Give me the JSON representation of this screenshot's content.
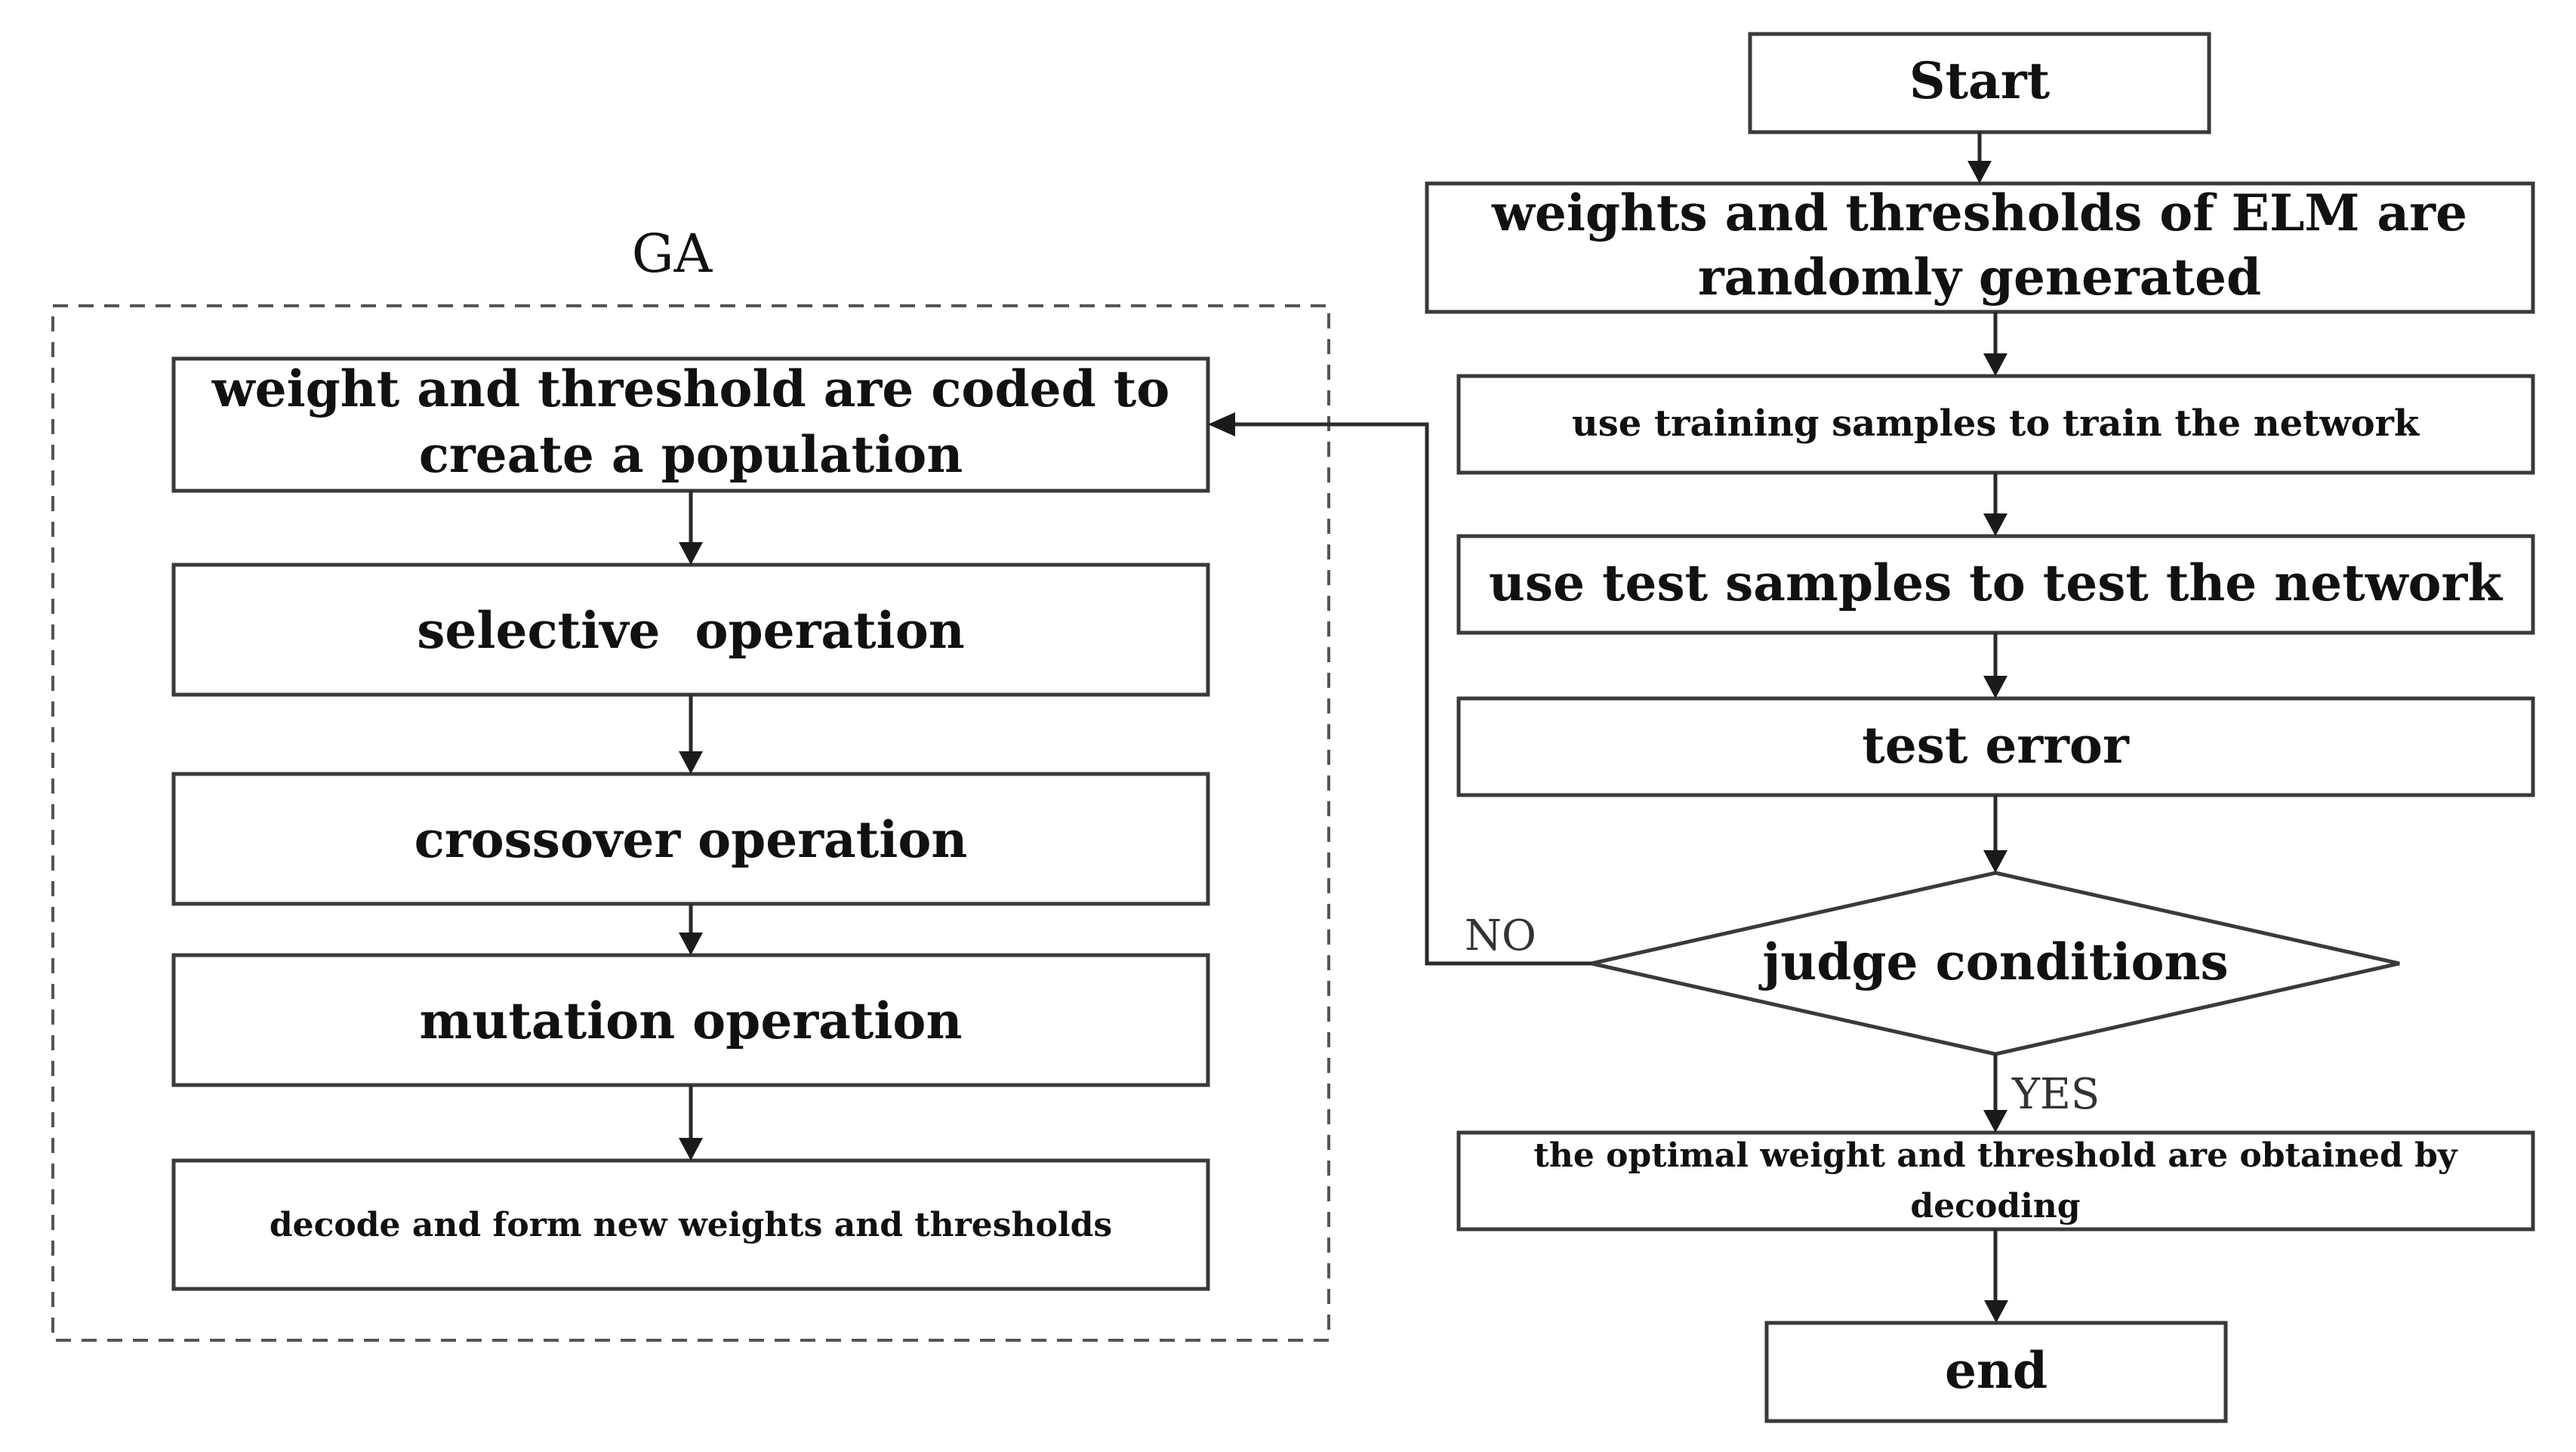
{
  "ga_panel": {
    "title": "GA",
    "steps": [
      {
        "lines": [
          "weight and threshold are coded to",
          "create a population"
        ]
      },
      {
        "lines": [
          "selective  operation"
        ]
      },
      {
        "lines": [
          "crossover operation"
        ]
      },
      {
        "lines": [
          "mutation operation"
        ]
      },
      {
        "lines": [
          "decode and form new weights and thresholds"
        ]
      }
    ]
  },
  "main_flow": {
    "start": "Start",
    "init": [
      "weights and thresholds of ELM are",
      "randomly generated"
    ],
    "train": "use training samples to train the network",
    "test": "use test samples to test the network",
    "error": "test error",
    "decision": "judge conditions",
    "result": [
      "the optimal weight and threshold are obtained by",
      "decoding"
    ],
    "end": "end"
  },
  "labels": {
    "no": "NO",
    "yes": "YES"
  }
}
